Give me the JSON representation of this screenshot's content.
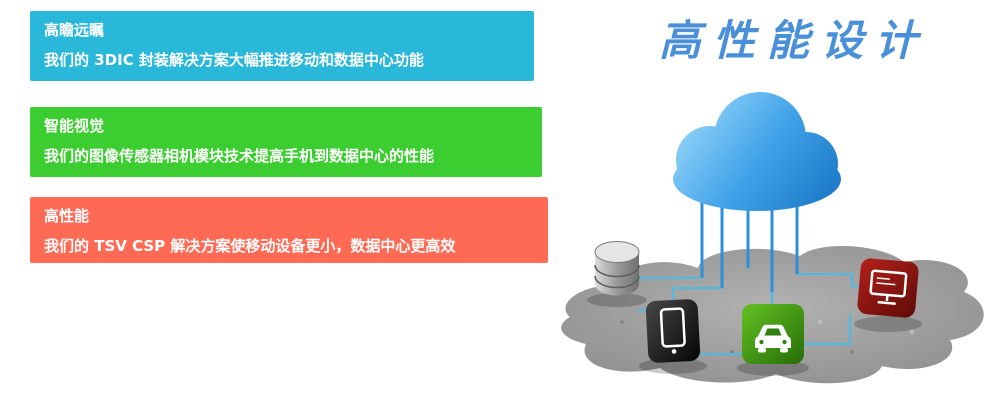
{
  "banners": [
    {
      "title": "高瞻远瞩",
      "body": "我们的 3DIC 封装解决方案大幅推进移动和数据中心功能",
      "color": "#29b7da"
    },
    {
      "title": "智能视觉",
      "body": "我们的图像传感器相机模块技术提高手机到数据中心的性能",
      "color": "#3ccd30"
    },
    {
      "title": "高性能",
      "body": "我们的 TSV CSP 解决方案使移动设备更小，数据中心更高效",
      "color": "#ff6a55"
    }
  ],
  "headline": {
    "text": "高性能设计",
    "color": "#4a90d8"
  },
  "illustration": {
    "cloud_color": "#2e96e0",
    "ground_color": "#9c9c9c",
    "trace_color": "#45bdea",
    "devices": [
      {
        "icon": "database-icon",
        "color": "#8a8a8a"
      },
      {
        "icon": "tablet-icon",
        "color": "#1b1b1b"
      },
      {
        "icon": "car-icon",
        "color": "#3a9212"
      },
      {
        "icon": "monitor-icon",
        "color": "#8f1410"
      }
    ]
  }
}
